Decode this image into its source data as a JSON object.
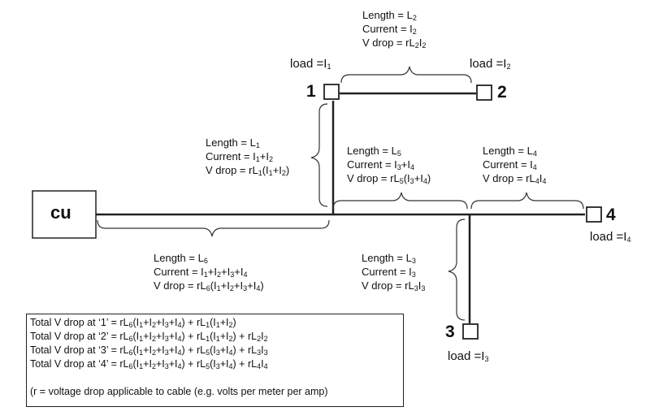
{
  "cu_label": "cu",
  "nodes": {
    "n1": "1",
    "n2": "2",
    "n3": "3",
    "n4": "4"
  },
  "loads": {
    "n1": "load =I<sub>1</sub>",
    "n2": "load =I<sub>2</sub>",
    "n3": "load =I<sub>3</sub>",
    "n4": "load =I<sub>4</sub>"
  },
  "segments": {
    "s2": [
      "Length = L<sub>2</sub>",
      "Current = I<sub>2</sub>",
      "V drop = rL<sub>2</sub>I<sub>2</sub>"
    ],
    "s1": [
      "Length = L<sub>1</sub>",
      "Current = I<sub>1</sub>+I<sub>2</sub>",
      "V drop = rL<sub>1</sub>(I<sub>1</sub>+I<sub>2</sub>)"
    ],
    "s5": [
      "Length = L<sub>5</sub>",
      "Current = I<sub>3</sub>+I<sub>4</sub>",
      "V drop = rL<sub>5</sub>(I<sub>3</sub>+I<sub>4</sub>)"
    ],
    "s4": [
      "Length = L<sub>4</sub>",
      "Current = I<sub>4</sub>",
      "V drop = rL<sub>4</sub>I<sub>4</sub>"
    ],
    "s6": [
      "Length = L<sub>6</sub>",
      "Current = I<sub>1</sub>+I<sub>2</sub>+I<sub>3</sub>+I<sub>4</sub>",
      "V drop = rL<sub>6</sub>(I<sub>1</sub>+I<sub>2</sub>+I<sub>3</sub>+I<sub>4</sub>)"
    ],
    "s3": [
      "Length = L<sub>3</sub>",
      "Current = I<sub>3</sub>",
      "V drop = rL<sub>3</sub>I<sub>3</sub>"
    ]
  },
  "summary": {
    "lines": [
      "Total V drop at ‘1’ = rL<sub>6</sub>(I<sub>1</sub>+I<sub>2</sub>+I<sub>3</sub>+I<sub>4</sub>) + rL<sub>1</sub>(I<sub>1</sub>+I<sub>2</sub>)",
      "Total V drop at ‘2’ = rL<sub>6</sub>(I<sub>1</sub>+I<sub>2</sub>+I<sub>3</sub>+I<sub>4</sub>) + rL<sub>1</sub>(I<sub>1</sub>+I<sub>2</sub>) + rL<sub>2</sub>I<sub>2</sub>",
      "Total V drop at ‘3’ = rL<sub>6</sub>(I<sub>1</sub>+I<sub>2</sub>+I<sub>3</sub>+I<sub>4</sub>) + rL<sub>5</sub>(I<sub>3</sub>+I<sub>4</sub>) + rL<sub>3</sub>I<sub>3</sub>",
      "Total V drop at ‘4’ = rL<sub>6</sub>(I<sub>1</sub>+I<sub>2</sub>+I<sub>3</sub>+I<sub>4</sub>) + rL<sub>5</sub>(I<sub>3</sub>+I<sub>4</sub>) + rL<sub>4</sub>I<sub>4</sub>"
    ],
    "note": "(r = voltage drop applicable to cable (e.g. volts per meter per amp)"
  }
}
